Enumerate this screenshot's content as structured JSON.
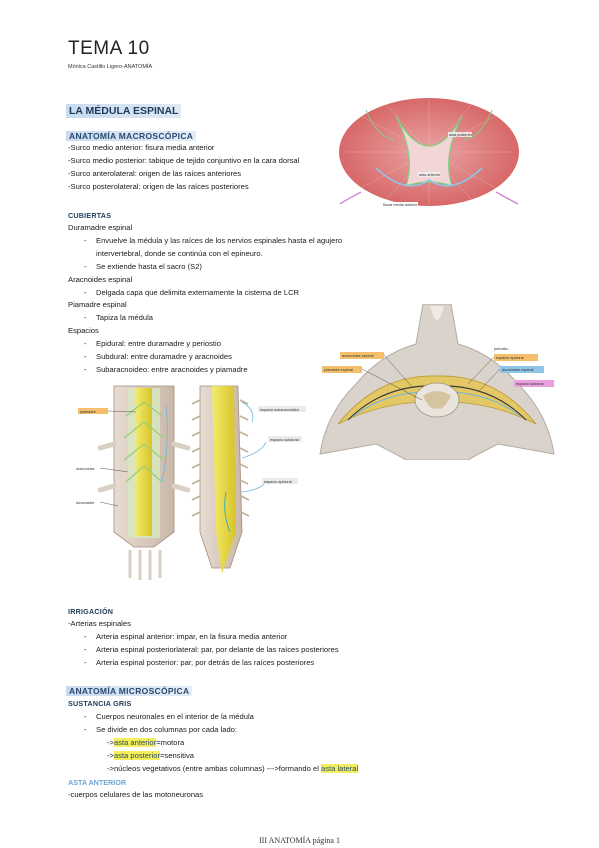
{
  "header": {
    "title": "TEMA 10",
    "author": "Mónica Castillo Ligero-ANATOMÍA"
  },
  "section1": {
    "heading": "LA MÉDULA ESPINAL",
    "macro": {
      "heading": "ANATOMÍA MACROSCÓPICA",
      "lines": [
        "-Surco medio anterior: fisura media anterior",
        "-Surco medio posterior: tabique de tejido conjuntivo en la cara dorsal",
        "-Surco anterolateral: origen de las raíces anteriores",
        "-Surco posterolateral: origen de las raíces posteriores"
      ]
    }
  },
  "cubiertas": {
    "heading": "CUBIERTAS",
    "duramadre": "Duramadre espinal",
    "duramadre_items": [
      "Envuelve la médula y las raíces de los nervios espinales hasta el agujero",
      "intervertebral, donde se continúa con el epineuro.",
      "Se extiende hasta el sacro (S2)"
    ],
    "aracnoides": "Aracnoides espinal",
    "aracnoides_items": [
      "Delgada capa que delimita externamente la cisterna de LCR"
    ],
    "piamadre": "Piamadre espinal",
    "piamadre_items": [
      "Tapiza la médula"
    ],
    "espacios": "Espacios",
    "espacios_items": [
      "Epidural: entre duramadre y periostio",
      "Subdural: entre duramadre y aracnoides",
      "Subaracnoideo: entre aracnoides y piamadre"
    ]
  },
  "figures": {
    "cross_section": {
      "labels": [
        "asta posterior",
        "asta anterior",
        "fisura media anterior"
      ]
    },
    "vertebra": {
      "labels": [
        "periostio",
        "espacio epidural",
        "duramadre espinal",
        "aracnoides espinal",
        "piamadre espinal",
        "espacio subarac"
      ]
    },
    "cord": {
      "labels": [
        "piamadre",
        "aracnoides",
        "duramadre",
        "espacio subaracnoideo",
        "espacio subdural",
        "espacio epidural"
      ]
    }
  },
  "irrigacion": {
    "heading": "IRRIGACIÓN",
    "arterias": "-Arterias espinales",
    "items": [
      "Arteria espinal anterior: impar, en la fisura media anterior",
      "Arteria espinal posteriorlateral: par, por delante de las raíces posteriores",
      "Arteria espinal posterior: par, por detrás de las raíces posteriores"
    ]
  },
  "micro": {
    "heading": "ANATOMÍA MICROSCÓPICA",
    "sustancia": "SUSTANCIA GRIS",
    "items": [
      "Cuerpos neuronales en el interior de la médula",
      "Se divide en dos columnas por cada lado:"
    ],
    "arrows": {
      "a1_pre": "->",
      "a1_hl": "asta anterior",
      "a1_post": "=motora",
      "a2_pre": "->",
      "a2_hl": "asta posterior",
      "a2_post": "=sensitiva",
      "a3_pre": "->núcleos vegetativos (entre ambas columnas) --->formando el ",
      "a3_hl": "asta lateral"
    },
    "asta_anterior": "ASTA ANTERIOR",
    "last_line": "-cuerpos celulares de las motoneuronas"
  },
  "footer": {
    "text": "III ANATOMÍA página 1"
  },
  "colors": {
    "heading_bg": "#c9dbef",
    "highlight": "#f3ee5a",
    "accent_blue": "#6fa6d8"
  }
}
